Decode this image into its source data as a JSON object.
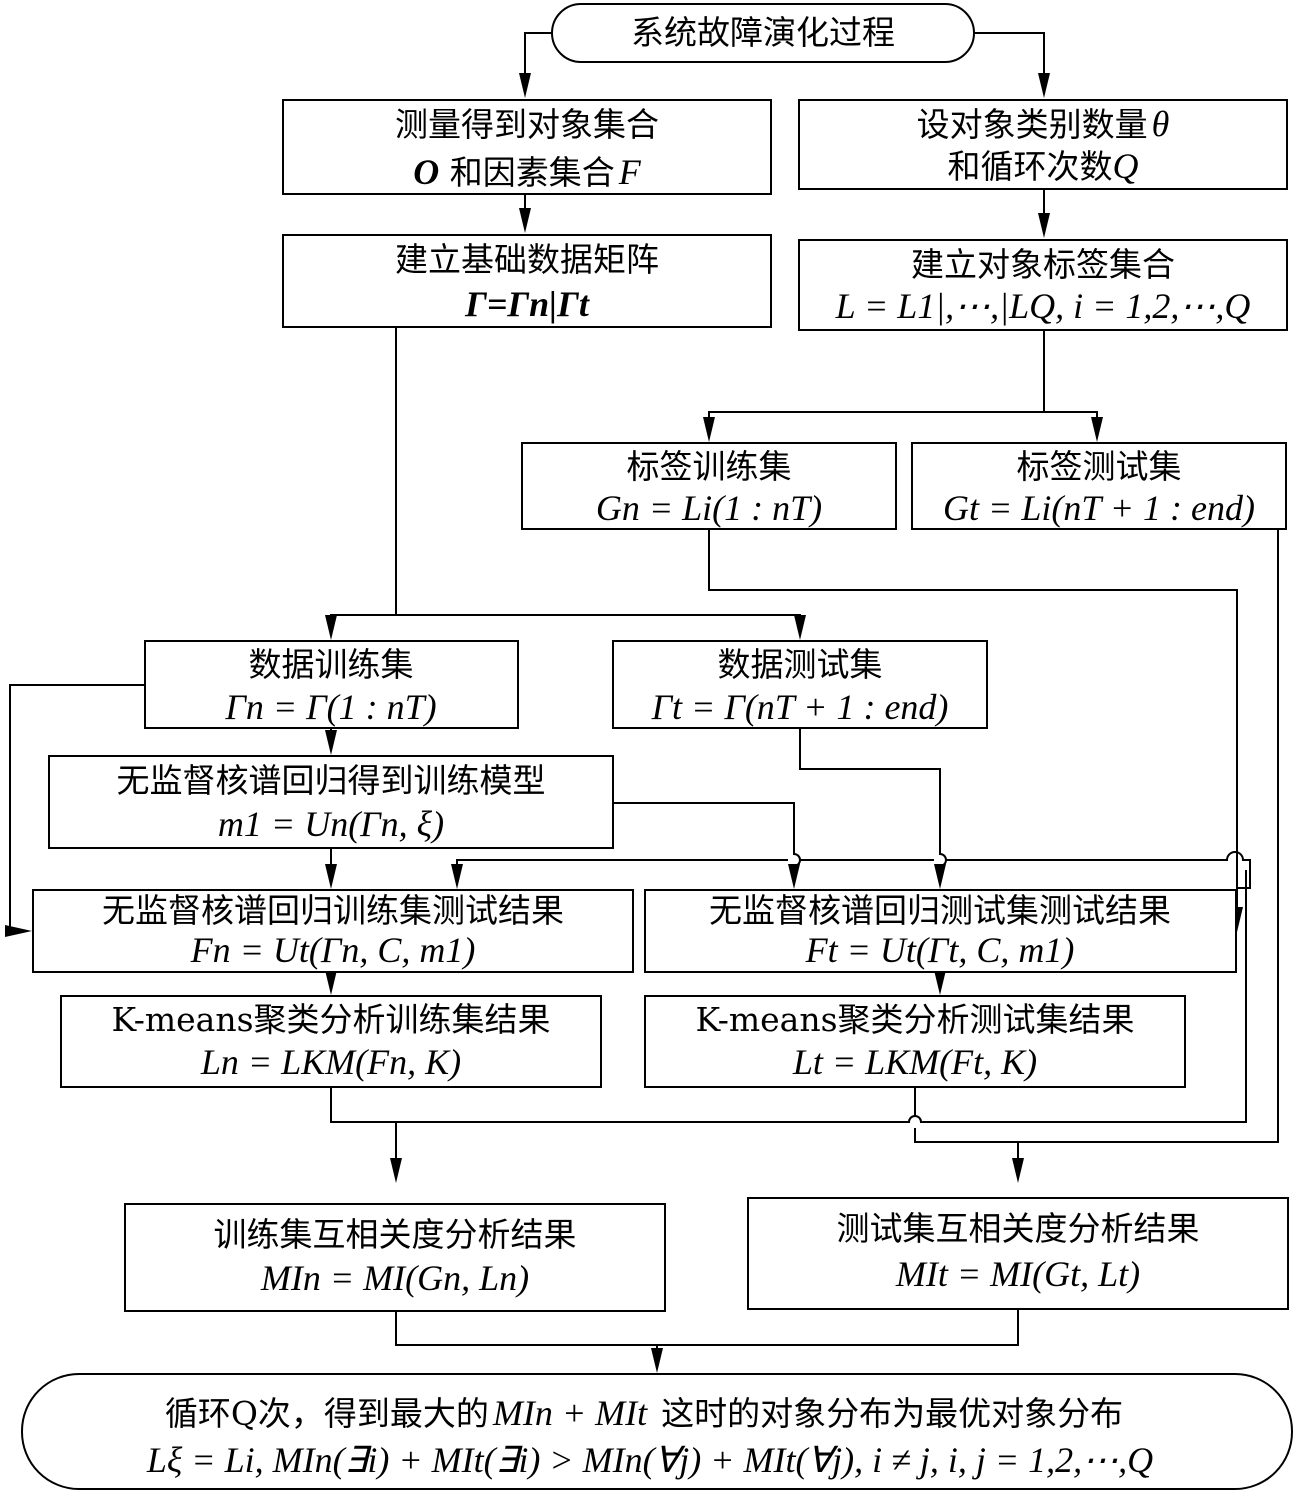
{
  "nodes": {
    "start": {
      "l1": "系统故障演化过程"
    },
    "measure": {
      "l1": "测量得到对象集合",
      "l2a": "O",
      "l2b": " 和因素集合",
      "l2c": "F"
    },
    "setcat": {
      "l1a": "设对象类别数量",
      "l1b": "θ",
      "l2a": "和循环次数",
      "l2b": "Q"
    },
    "basematrix": {
      "l1": "建立基础数据矩阵",
      "formula": "Γ=Γn|Γt"
    },
    "labelset": {
      "l1": "建立对象标签集合",
      "formula": "L = L1|,⋯,|LQ, i = 1,2,⋯,Q"
    },
    "labeltrain": {
      "l1": "标签训练集",
      "formula": "Gn = Li(1 : nT)"
    },
    "labeltest": {
      "l1": "标签测试集",
      "formula": "Gt = Li(nT + 1 : end)"
    },
    "datatrain": {
      "l1": "数据训练集",
      "formula": "Γn = Γ(1 : nT)"
    },
    "datatest": {
      "l1": "数据测试集",
      "formula": "Γt = Γ(nT + 1 : end)"
    },
    "model": {
      "l1": "无监督核谱回归得到训练模型",
      "formula": "m1 = Un(Γn, ξ)"
    },
    "trainresult": {
      "l1": "无监督核谱回归训练集测试结果",
      "formula": "Fn = Ut(Γn, C, m1)"
    },
    "testresult": {
      "l1": "无监督核谱回归测试集测试结果",
      "formula": "Ft = Ut(Γt, C, m1)"
    },
    "kmtrain": {
      "l1": "K-means聚类分析训练集结果",
      "formula": "Ln = LKM(Fn, K)"
    },
    "kmtest": {
      "l1": "K-means聚类分析测试集结果",
      "formula": "Lt = LKM(Ft, K)"
    },
    "mitrain": {
      "l1": "训练集互相关度分析结果",
      "formula": "MIn = MI(Gn, Ln)"
    },
    "mitest": {
      "l1": "测试集互相关度分析结果",
      "formula": "MIt = MI(Gt, Lt)"
    },
    "final": {
      "l1a": "循环Q次，得到最大的",
      "l1b": "MIn + MIt",
      "l1c": "这时的对象分布为最优对象分布",
      "formula": "Lξ = Li, MIn(∃i) + MIt(∃i) > MIn(∀j) + MIt(∀j), i ≠ j, i, j = 1,2,⋯,Q"
    }
  }
}
